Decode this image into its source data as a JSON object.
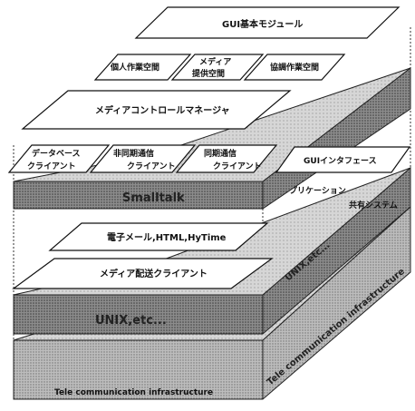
{
  "diagram": {
    "gui_module": "GUI基本モジュール",
    "workspaces": {
      "personal": "個人作業空間",
      "media_line1": "メディア",
      "media_line2": "提供空間",
      "collab": "協調作業空間"
    },
    "media_controller": "メディアコントロールマネージャ",
    "clients": {
      "db_line1": "データベース",
      "db_line2": "クライアント",
      "async_line1": "非同期通信",
      "async_line2": "クライアント",
      "sync_line1": "同期通信",
      "sync_line2": "クライアント"
    },
    "smalltalk": "Smalltalk",
    "gui_interface": "GUIインタフェース",
    "app_line1": "アプリケーション",
    "app_line2": "共有システム",
    "email_html": "電子メール,HTML,HyTime",
    "media_delivery": "メディア配送クライアント",
    "unix_etc": "UNIX,etc...",
    "tele_infra": "Tele communication infrastructure",
    "side_unix": "UNIX,etc...",
    "side_tele": "Tele communication infrastructure"
  }
}
